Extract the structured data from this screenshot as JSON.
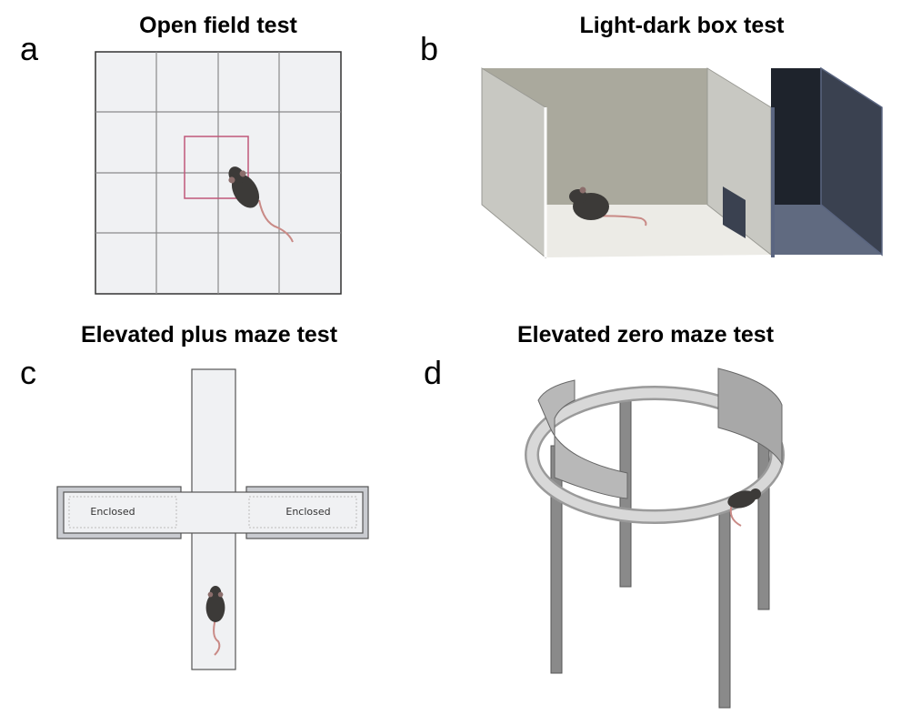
{
  "panels": [
    {
      "letter": "a",
      "title": "Open field test"
    },
    {
      "letter": "b",
      "title": "Light-dark box test"
    },
    {
      "letter": "c",
      "title": "Elevated plus maze test",
      "arm_labels": [
        "Enclosed",
        "Enclosed"
      ]
    },
    {
      "letter": "d",
      "title": "Elevated zero maze test"
    }
  ],
  "colors": {
    "grid_fill": "#f0f1f3",
    "grid_line": "#7a7a7a",
    "center_square": "#c0587a",
    "light_back": "#aaa99d",
    "light_wall": "#c8c8c2",
    "light_floor": "#ecebe6",
    "dark_back": "#1e232c",
    "dark_wall": "#3a4150",
    "dark_floor": "#606a80",
    "mouse": "#3c3a38",
    "tail": "#c98a86"
  }
}
